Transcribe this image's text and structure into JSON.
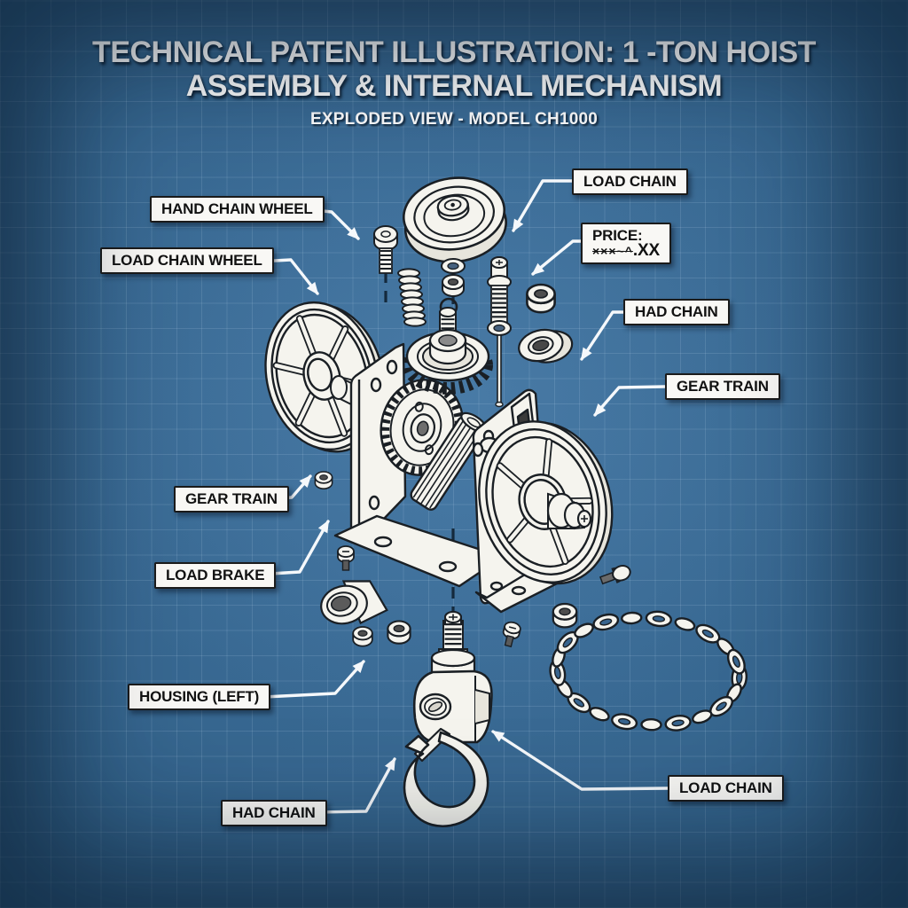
{
  "title": {
    "line1": "TECHNICAL PATENT ILLUSTRATION: 1 -TON HOIST",
    "line2": "ASSEMBLY & INTERNAL MECHANISM",
    "subtitle": "EXPLODED VIEW - MODEL CH1000"
  },
  "labels": [
    {
      "id": "hand-chain-wheel",
      "text": "HAND CHAIN WHEEL"
    },
    {
      "id": "load-chain-wheel",
      "text": "LOAD CHAIN WHEEL"
    },
    {
      "id": "load-chain-top",
      "text": "LOAD CHAIN"
    },
    {
      "id": "price",
      "text": "PRICE:",
      "scribble": "×××~^",
      "amount": ".XX"
    },
    {
      "id": "had-chain-right",
      "text": "HAD CHAIN"
    },
    {
      "id": "gear-train-right",
      "text": "GEAR TRAIN"
    },
    {
      "id": "gear-train-left",
      "text": "GEAR TRAIN"
    },
    {
      "id": "load-brake",
      "text": "LOAD BRAKE"
    },
    {
      "id": "housing-left",
      "text": "HOUSING (LEFT)"
    },
    {
      "id": "had-chain-bottom",
      "text": "HAD CHAIN"
    },
    {
      "id": "load-chain-bottom",
      "text": "LOAD CHAIN"
    }
  ],
  "colors": {
    "background": "#35638c",
    "background_edge": "#173a54",
    "grid_line": "#cde4f8",
    "line_art": "#1a1f24",
    "part_fill": "#f5f4ee",
    "label_bg": "#f9f8f5",
    "label_border": "#1b1b1b",
    "leader_arrow": "#f5f8fb",
    "title_text": "#ffffff"
  }
}
